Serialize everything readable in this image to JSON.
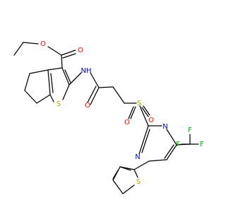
{
  "colors": {
    "bond": "#000000",
    "oxygen": "#ff0000",
    "nitrogen": "#0000ff",
    "sulfur": "#b8a000",
    "fluorine": "#00b300",
    "carbon": "#000000",
    "background": "#ffffff"
  },
  "atoms": {
    "o_ester_carbonyl": "O",
    "o_ester": "O",
    "o_amide": "O",
    "nh_amide": "NH",
    "s_thiophene_fused": "S",
    "s_sulfonyl": "S",
    "o_sulfonyl_left": "O",
    "o_sulfonyl_bottom": "O",
    "n_pyrimidine_top": "N",
    "n_pyrimidine_bottom": "N",
    "s_thiophene_terminal": "S",
    "f_top": "F",
    "f_left": "F",
    "f_right": "F"
  }
}
